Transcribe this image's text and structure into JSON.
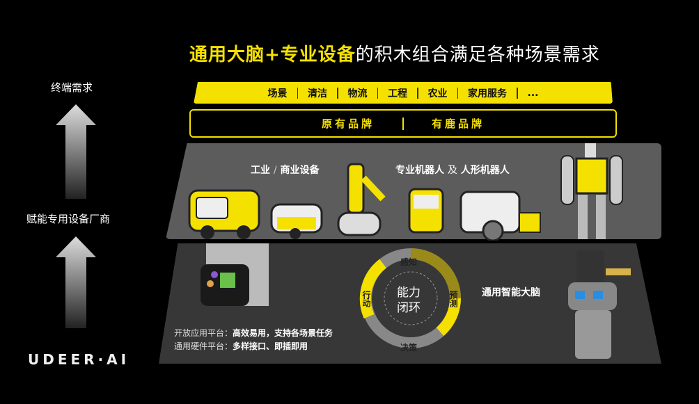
{
  "title": {
    "highlight": "通用大脑+专业设备",
    "rest": "的积木组合满足各种场景需求"
  },
  "scenarios": [
    "场景",
    "清洁",
    "物流",
    "工程",
    "农业",
    "家用服务",
    "..."
  ],
  "brands": [
    "原有品牌",
    "有鹿品牌"
  ],
  "devices": {
    "left_a": "工业",
    "slash": "/",
    "left_b": "商业设备",
    "right_a": "专业机器人",
    "and": "及",
    "right_b": "人形机器人"
  },
  "platform": {
    "line1_label": "开放应用平台：",
    "line1_value": "高效易用，支持各场景任务",
    "line2_label": "通用硬件平台：",
    "line2_value": "多样接口、即插即用"
  },
  "loop": {
    "center_1": "能力",
    "center_2": "闭环",
    "top": "感知",
    "right": "预测",
    "bottom": "决策",
    "left": "行动"
  },
  "brain_label": "通用智能大脑",
  "side": {
    "top": "终端需求",
    "middle": "赋能专用设备厂商"
  },
  "logo": "UDEER·AI",
  "colors": {
    "accent": "#f5e100",
    "panel_upper": "#5c5c5c",
    "panel_lower": "#373737"
  }
}
